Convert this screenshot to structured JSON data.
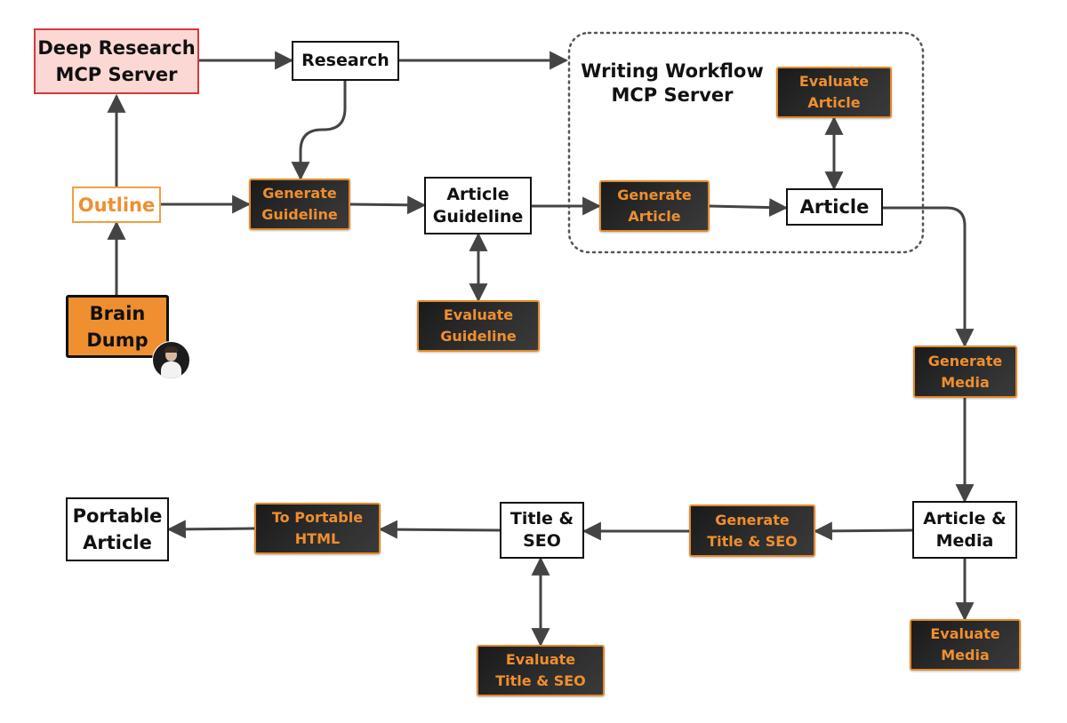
{
  "group": {
    "title_line1": "Writing Workflow",
    "title_line2": "MCP Server"
  },
  "nodes": {
    "deep_research": {
      "line1": "Deep Research",
      "line2": "MCP Server"
    },
    "research": {
      "line1": "Research"
    },
    "outline": {
      "line1": "Outline"
    },
    "brain_dump": {
      "line1": "Brain",
      "line2": "Dump"
    },
    "generate_guideline": {
      "line1": "Generate",
      "line2": "Guideline"
    },
    "article_guideline": {
      "line1": "Article",
      "line2": "Guideline"
    },
    "evaluate_guideline": {
      "line1": "Evaluate",
      "line2": "Guideline"
    },
    "generate_article": {
      "line1": "Generate",
      "line2": "Article"
    },
    "article": {
      "line1": "Article"
    },
    "evaluate_article": {
      "line1": "Evaluate",
      "line2": "Article"
    },
    "generate_media": {
      "line1": "Generate",
      "line2": "Media"
    },
    "article_media": {
      "line1": "Article &",
      "line2": "Media"
    },
    "evaluate_media": {
      "line1": "Evaluate",
      "line2": "Media"
    },
    "generate_title_seo": {
      "line1": "Generate",
      "line2": "Title & SEO"
    },
    "title_seo": {
      "line1": "Title &",
      "line2": "SEO"
    },
    "evaluate_title_seo": {
      "line1": "Evaluate",
      "line2": "Title & SEO"
    },
    "to_portable_html": {
      "line1": "To Portable",
      "line2": "HTML"
    },
    "portable_article": {
      "line1": "Portable",
      "line2": "Article"
    }
  },
  "colors": {
    "accent_orange": "#ef8f2f",
    "dark_fill": "#222222",
    "server_fill": "#fcd8d5",
    "server_border": "#d23a3a",
    "edge": "#444444"
  },
  "icons": {
    "avatar": "person-avatar-icon"
  }
}
